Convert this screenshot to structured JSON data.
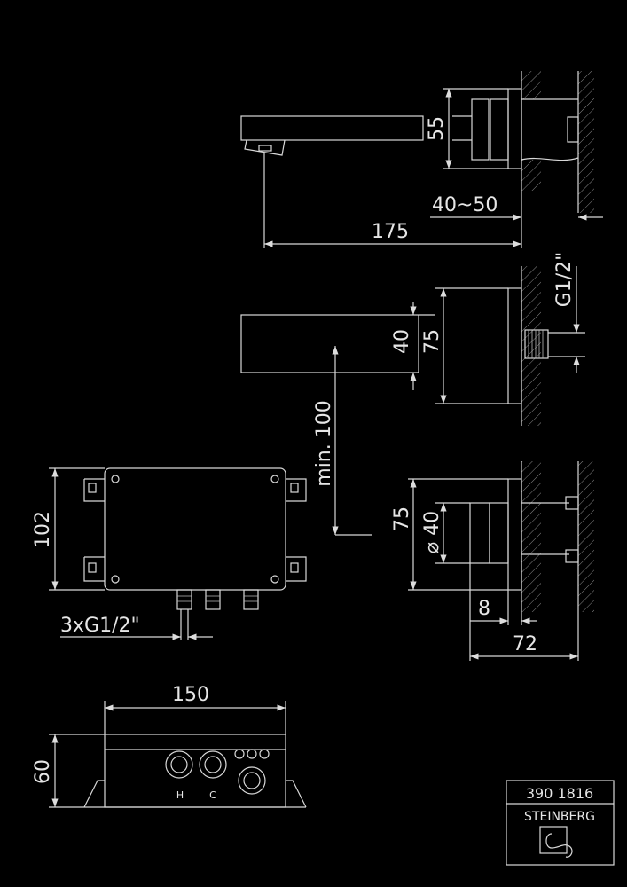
{
  "dimensions": {
    "spout_height": "55",
    "wall_depth": "40~50",
    "spout_length": "175",
    "thread": "G1/2\"",
    "spout_width": "40",
    "plate_height": "75",
    "min_height": "min. 100",
    "rosette_height": "75",
    "rosette_diameter": "⌀ 40",
    "plate_thickness": "8",
    "total_depth": "72",
    "box_height": "102",
    "box_connections": "3xG1/2\"",
    "box_width": "150",
    "box_depth": "60"
  },
  "labels": {
    "hot": "H",
    "cold": "C"
  },
  "title_block": {
    "article_number": "390 1816",
    "brand": "STEINBERG"
  }
}
